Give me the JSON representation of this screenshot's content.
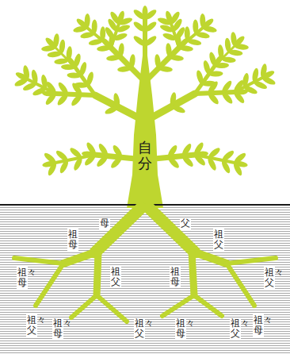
{
  "diagram": {
    "labels": [
      "自分",
      "母",
      "父",
      "祖母",
      "祖父",
      "祖々母",
      "祖父",
      "祖母",
      "祖々父",
      "祖々父",
      "祖々母",
      "祖々父",
      "祖々母",
      "祖々父",
      "祖々母"
    ]
  }
}
